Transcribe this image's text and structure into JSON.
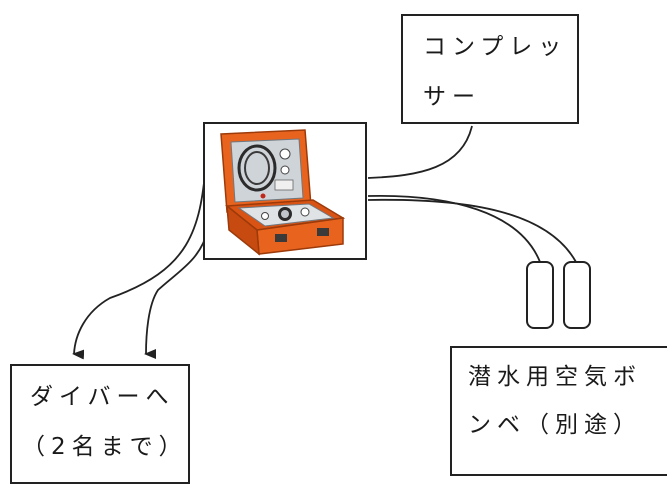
{
  "compressor": {
    "line1": "コンプレッ",
    "line2": "サー"
  },
  "diver": {
    "line1": "ダイバーへ",
    "line2": "（2名まで）"
  },
  "cylinder": {
    "line1": "潜水用空気ボ",
    "line2": "ンベ（別途）"
  },
  "colors": {
    "case_orange": "#e8641e",
    "line": "#222222"
  },
  "icons": [
    "air-supply-unit-photo",
    "air-cylinder-icon",
    "arrow-down-icon"
  ]
}
